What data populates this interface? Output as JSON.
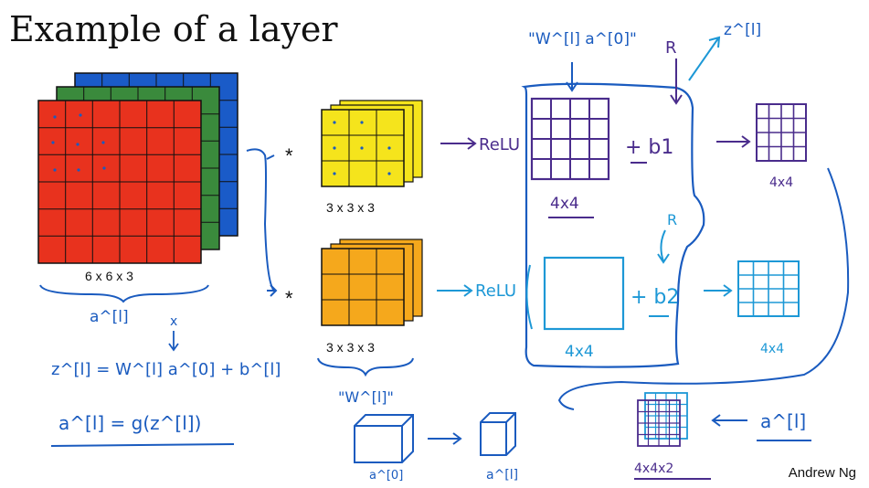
{
  "title": "Example of a layer",
  "author": "Andrew Ng",
  "colors": {
    "channel_red": "#e8321e",
    "channel_green": "#3a8a3c",
    "channel_blue": "#1a5bc8",
    "filter1": "#f5e41c",
    "filter2": "#f5a81c",
    "ink_blue": "#1a5bbf",
    "ink_purple": "#4a2c8c",
    "ink_cyan": "#1d98d6"
  },
  "input": {
    "dims": "6 x 6 x 3",
    "label": "a^[l]"
  },
  "filters": [
    {
      "dims": "3 x 3 x 3",
      "operator": "*"
    },
    {
      "dims": "3 x 3 x 3",
      "operator": "*"
    }
  ],
  "filters_label": "\"W^[l]\"",
  "top_annotation": "\"W^[l] a^[0]\"",
  "relu": [
    "ReLU",
    "ReLU"
  ],
  "bias": [
    "+ b1",
    "+ b2"
  ],
  "r_marks": [
    "R",
    "R"
  ],
  "z_label": "z^[l]",
  "outputs": [
    "4x4",
    "4x4",
    "4x4",
    "4x4"
  ],
  "stack_label": "4x4x2",
  "a_next_label": "a^[l]",
  "x_label": "x",
  "eq1": "z^[l] = W^[l] a^[0] + b^[l]",
  "eq2": "a^[l] = g(z^[l])",
  "cube_left_label": "a^[0]",
  "cube_right_label": "a^[l]"
}
